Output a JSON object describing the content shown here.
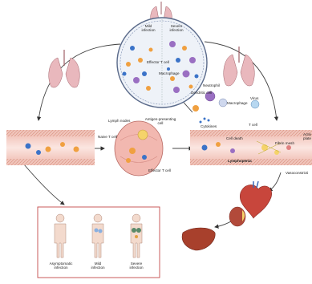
{
  "alveolus": {
    "mild_label": "Mild\ninfection",
    "severe_label": "Severe\ninfection",
    "effector_t_cell": "Effector T cell",
    "macrophage": "Macrophage"
  },
  "immune_response": {
    "dendritic_cell": "Dendritic cell",
    "neutrophil": "Neutrophil",
    "macrophage": "Macrophage",
    "cytokines": "Cytokines",
    "virus": "Virus",
    "t_cell": "T cell"
  },
  "lymph_node": {
    "lymph_nodes": "Lymph nodes",
    "antigen_presenting_cell": "Antigen-presenting\ncell",
    "naive_t_cell": "Naive T cell",
    "effector_t_cell": "Effector T cell"
  },
  "vessel": {
    "cell_death": "Cell death",
    "lymphopenia": "Lymphopenia",
    "fibrin_mesh": "Fibrin mesh",
    "activated_platelets": "Activ\nplate",
    "vasoconstriction": "Vasoconstricti"
  },
  "outcomes": [
    {
      "label": "Asymptomatic\ninfection"
    },
    {
      "label": "Mild\ninfection"
    },
    {
      "label": "Severe\ninfection"
    }
  ],
  "colors": {
    "vessel_fill": "#f5d6cf",
    "vessel_wall": "#d98b7a",
    "lung": "#e9b8bd",
    "alveolus_fill": "#eef2f8",
    "cell_orange": "#f0a040",
    "cell_blue": "#3b73c8",
    "cell_purple": "#9a6fc2",
    "node_fill": "#f2b8b0",
    "outcome_box": "#c44a4a"
  }
}
